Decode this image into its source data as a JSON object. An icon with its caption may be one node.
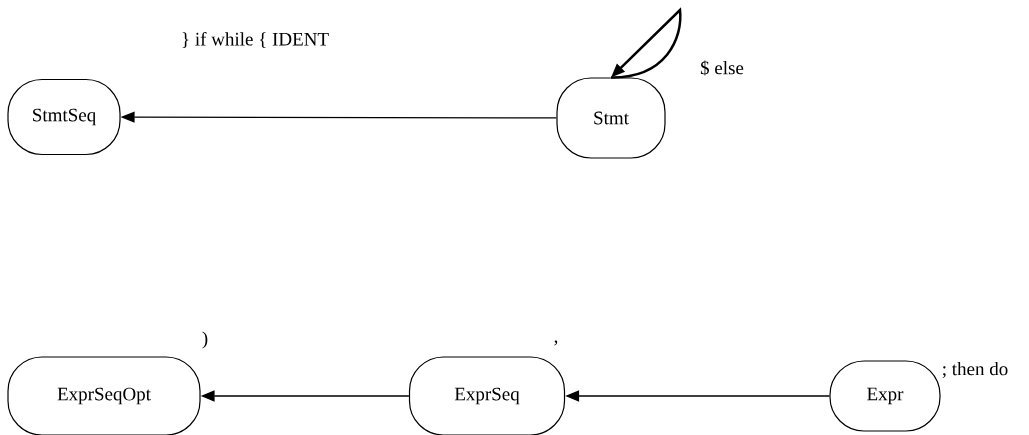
{
  "diagram": {
    "nodes": [
      {
        "text": [
          "StmtSeq"
        ],
        "beside": [
          "} if while { IDENT"
        ]
      },
      {
        "text": [
          "Stmt"
        ],
        "beside": [
          "$ else"
        ]
      },
      {
        "text": [
          "ExprSeqOpt"
        ],
        "beside": [
          ")"
        ]
      },
      {
        "text": [
          "ExprSeq"
        ],
        "beside": [
          ","
        ]
      },
      {
        "text": [
          "Expr"
        ],
        "beside": [
          "; then do"
        ]
      }
    ],
    "edges": [
      {
        "from": 1,
        "to": 0,
        "arrow": "to"
      },
      {
        "from": 1,
        "to": 1,
        "arrow": "to"
      },
      {
        "from": 3,
        "to": 2,
        "arrow": "to"
      },
      {
        "from": 4,
        "to": 3,
        "arrow": "to"
      }
    ]
  }
}
